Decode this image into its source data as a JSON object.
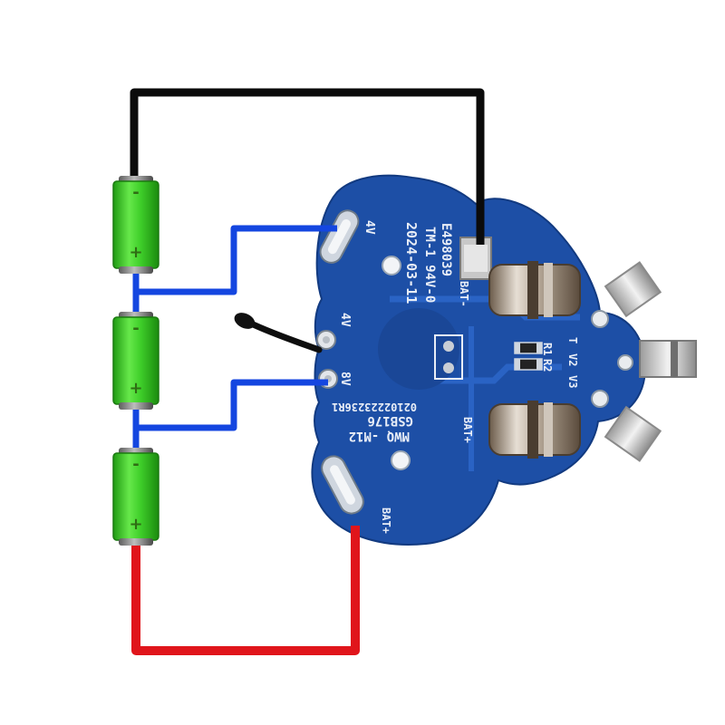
{
  "colors": {
    "wire_black": "#0b0b0b",
    "wire_blue": "#1446e0",
    "wire_red": "#e0151b",
    "pcb_blue": "#1d4fa6",
    "cell_green": "#3fcf2a"
  },
  "cells": [
    {
      "top_sign": "-",
      "bottom_sign": "+"
    },
    {
      "top_sign": "-",
      "bottom_sign": "+"
    },
    {
      "top_sign": "-",
      "bottom_sign": "+"
    }
  ],
  "board": {
    "pad_4v_top": "4V",
    "pad_4v_mid": "4V",
    "pad_8v": "8V",
    "code_ul": "E498039",
    "code_tm": "TM-1 94V-0",
    "date": "2024-03-11",
    "bat_minus": "BAT-",
    "bat_plus_right": "BAT+",
    "bat_plus_bottom": "BAT+",
    "serial": "02102223236R1",
    "model_1": "GSB176",
    "model_2": "MWQ -M12",
    "r1": "R1",
    "r2": "R2",
    "t": "T",
    "v2": "V2",
    "v3": "V3"
  }
}
